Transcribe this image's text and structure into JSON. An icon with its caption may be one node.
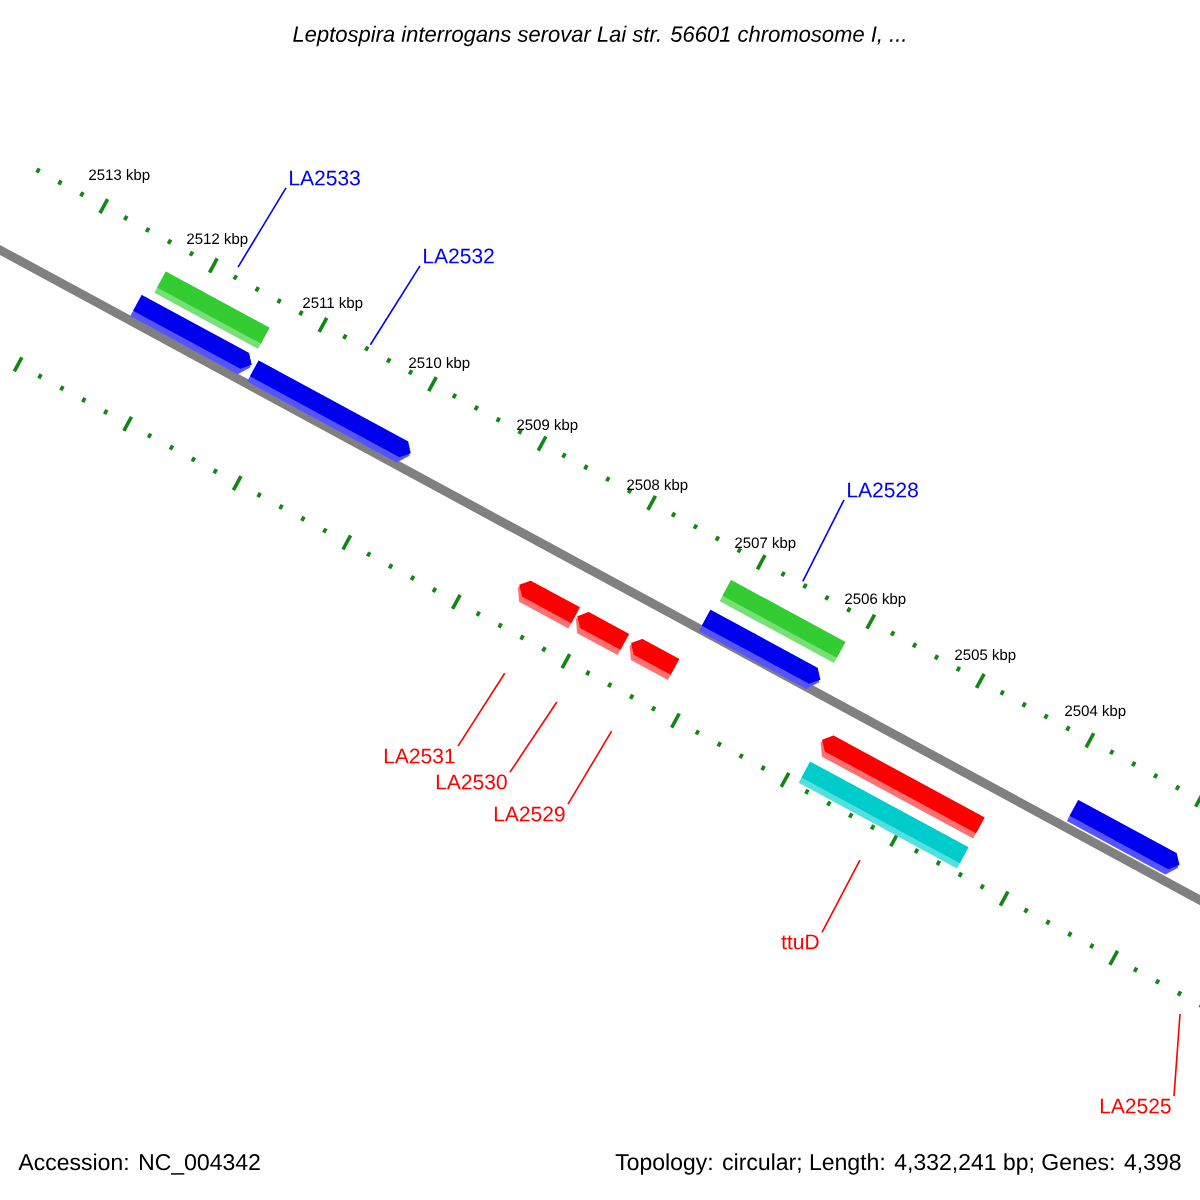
{
  "diagram": {
    "title": "Leptospira interrogans serovar Lai str. 56601 chromosome I, ...",
    "nodes": [
      {
        "text": [
          "LA2533"
        ]
      },
      {
        "text": [],
        "shape": "bar"
      },
      {
        "text": [],
        "shape": "bar"
      },
      {
        "text": [
          "LA2532"
        ]
      },
      {
        "text": [],
        "shape": "bar"
      },
      {
        "text": [
          "LA2528"
        ]
      },
      {
        "text": [],
        "shape": "bar"
      },
      {
        "text": [],
        "shape": "bar"
      },
      {
        "text": [],
        "shape": "bar"
      },
      {
        "text": [],
        "shape": "bar"
      },
      {
        "text": [],
        "shape": "bar"
      },
      {
        "text": [],
        "shape": "bar"
      },
      {
        "text": [],
        "shape": "bar"
      },
      {
        "text": [],
        "shape": "bar"
      },
      {
        "text": [
          "LA2531"
        ]
      },
      {
        "text": [
          "LA2530"
        ]
      },
      {
        "text": [
          "LA2529"
        ]
      },
      {
        "text": [
          "ttuD"
        ]
      },
      {
        "text": [
          "LA2525"
        ]
      }
    ],
    "edges": [
      {
        "from": 0,
        "to": 1,
        "arrow": "none",
        "color": "#0000ff"
      },
      {
        "from": 3,
        "to": 4,
        "arrow": "none",
        "color": "#0000ff"
      },
      {
        "from": 5,
        "to": 6,
        "arrow": "none",
        "color": "#0000ff"
      },
      {
        "from": 14,
        "to": 8,
        "arrow": "none"
      },
      {
        "from": 15,
        "to": 9,
        "arrow": "none"
      },
      {
        "from": 16,
        "to": 10,
        "arrow": "none"
      },
      {
        "from": 17,
        "to": 12,
        "arrow": "none"
      },
      {
        "from": 18,
        "to": null,
        "arrow": "none"
      }
    ],
    "labels": [
      "2513 kbp",
      "2512 kbp",
      "2511 kbp",
      "2510 kbp",
      "2509 kbp",
      "2508 kbp",
      "2507 kbp",
      "2506 kbp",
      "2505 kbp",
      "2504 kbp",
      "Accession: NC_004342",
      "Topology: circular; Length: 4,332,241 bp; Genes: 4,398"
    ]
  }
}
